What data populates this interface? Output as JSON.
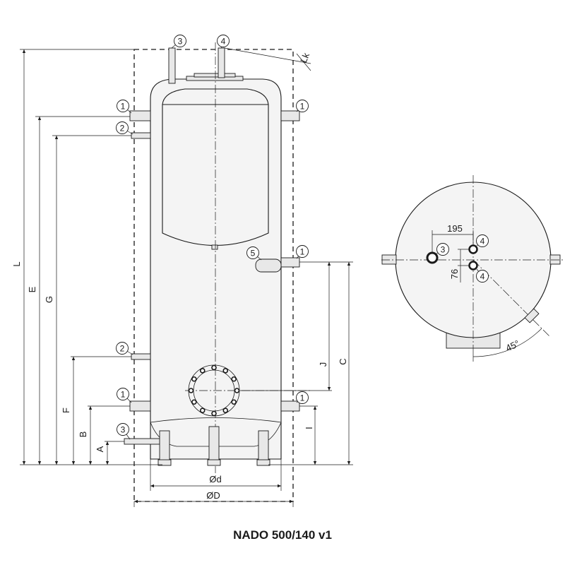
{
  "title": "NADO 500/140 v1",
  "side_view": {
    "callouts": {
      "c1_left_top": "1",
      "c1_right_top": "1",
      "c2_top": "2",
      "c3_top": "3",
      "c4_top": "4",
      "c5": "5",
      "c1_right_mid": "1",
      "c2_bottom": "2",
      "c1_left_bottom": "1",
      "c1_right_bottom": "1",
      "c3_bottom": "3"
    },
    "dimension_labels": {
      "L": "L",
      "E": "E",
      "G": "G",
      "F": "F",
      "B": "B",
      "A": "A",
      "J": "J",
      "C": "C",
      "I": "I",
      "Lk": "Lk",
      "d": "Ød",
      "D": "ØD"
    }
  },
  "top_view": {
    "callouts": {
      "c3": "3",
      "c4_upper": "4",
      "c4_lower": "4"
    },
    "dimensions": {
      "horizontal": "195",
      "vertical": "76",
      "angle": "45°"
    }
  }
}
